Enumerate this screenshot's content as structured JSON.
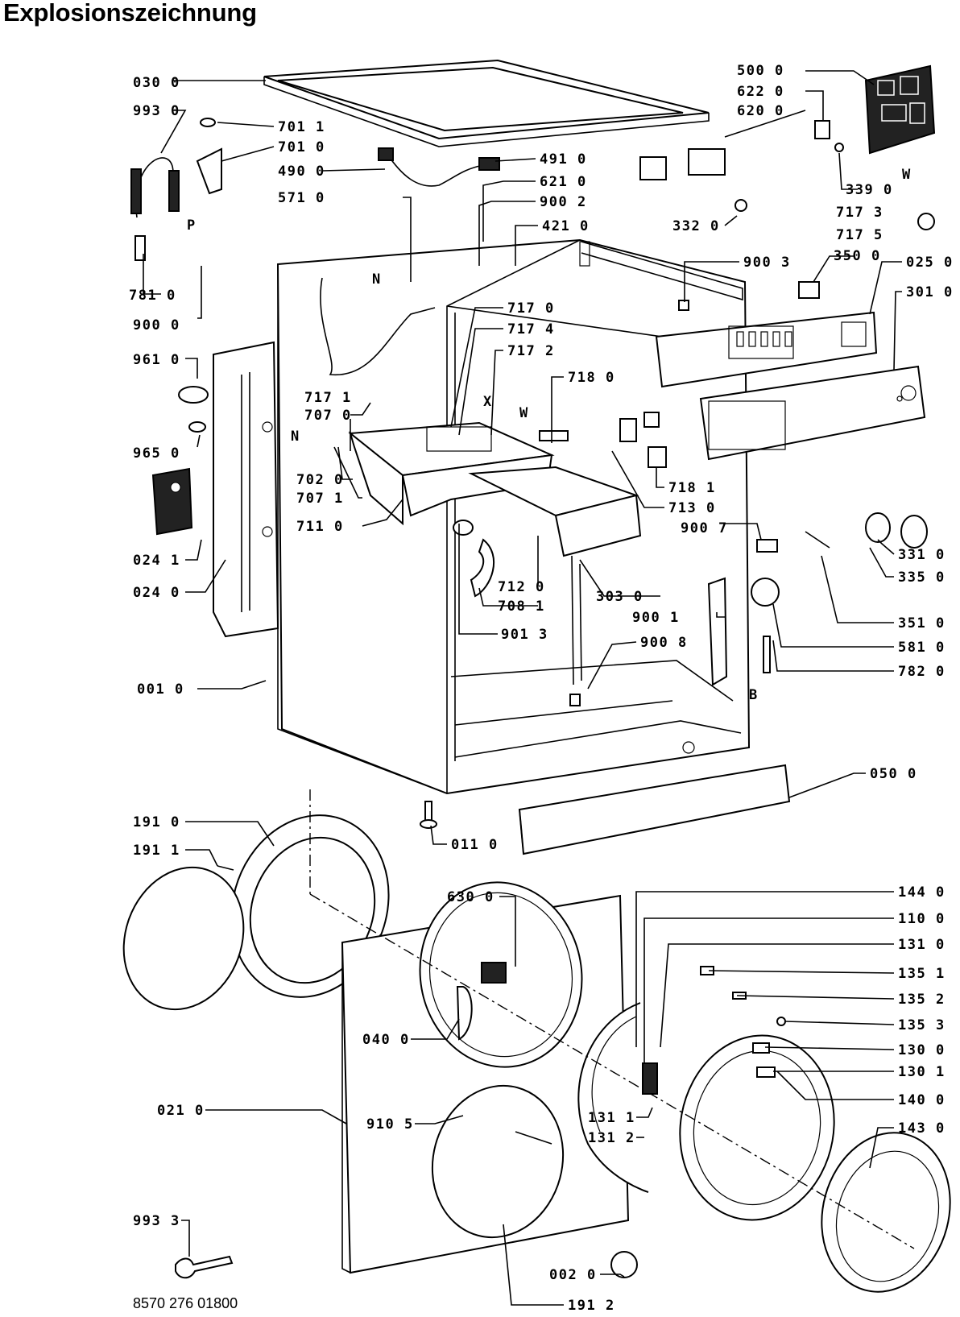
{
  "title": "Explosionszeichnung",
  "document_number": "8570 276 01800",
  "marker_letters": {
    "p": "P",
    "n": "N",
    "x": "X",
    "w": "W",
    "b": "B"
  },
  "part_labels": [
    "030 0",
    "993 0",
    "701 1",
    "701 0",
    "490 0",
    "491 0",
    "621 0",
    "571 0",
    "900 2",
    "421 0",
    "500 0",
    "622 0",
    "620 0",
    "339 0",
    "717 3",
    "717 5",
    "332 0",
    "900 3",
    "350 0",
    "025 0",
    "301 0",
    "781 0",
    "900 0",
    "717 0",
    "717 4",
    "717 2",
    "718 0",
    "961 0",
    "717 1",
    "707 0",
    "965 0",
    "702 0",
    "707 1",
    "711 0",
    "718 1",
    "713 0",
    "900 7",
    "331 0",
    "335 0",
    "024 1",
    "024 0",
    "712 0",
    "708 1",
    "303 0",
    "900 1",
    "901 3",
    "351 0",
    "900 8",
    "581 0",
    "782 0",
    "001 0",
    "050 0",
    "191 0",
    "011 0",
    "191 1",
    "144 0",
    "630 0",
    "110 0",
    "131 0",
    "135 1",
    "135 2",
    "135 3",
    "040 0",
    "130 0",
    "130 1",
    "140 0",
    "021 0",
    "910 5",
    "131 1",
    "131 2",
    "143 0",
    "993 3",
    "002 0",
    "191 2"
  ]
}
